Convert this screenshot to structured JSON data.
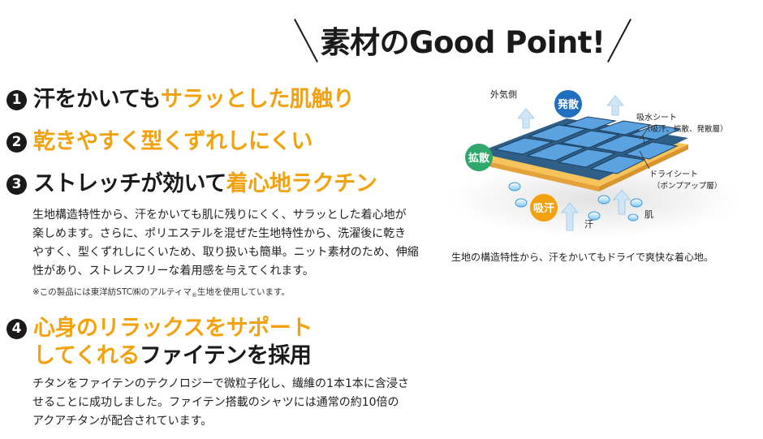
{
  "title": "素材のGood Point!",
  "points": [
    {
      "number": "1",
      "plain": "汗をかいても",
      "highlight": "サラッとした肌触り"
    },
    {
      "number": "2",
      "highlight": "乾きやすく型くずれしにくい"
    },
    {
      "number": "3",
      "plain": "ストレッチが効いて",
      "highlight": "着心地ラクチン",
      "body": [
        "生地構造特性から、汗をかいても肌に残りにくく、サラッとした着心地が",
        "楽しめます。さらに、ポリエステルを混ぜた生地特性から、洗濯後に乾き",
        "やすく、型くずれしにくいため、取り扱いも簡単。ニット素材のため、伸縮",
        "性があり、ストレスフリーな着用感を与えてくれます。"
      ],
      "note": "※この製品には東洋紡STC㈱のアルティマ",
      "note_mark": "®",
      "note_suffix": "生地を使用しています。"
    },
    {
      "number": "4",
      "highlight_line1": "心身のリラックスをサポート",
      "highlight_line2": "してくれる",
      "plain_line2": "ファイテンを採用",
      "body": [
        "チタンをファイテンのテクノロジーで微粒子化し、繊維の1本1本に含浸さ",
        "せることに成功しました。ファイテン搭載のシャツには通常の約10倍の",
        "アクアチタンが配合されています。"
      ]
    }
  ],
  "diagram": {
    "outside_label": "外気側",
    "disperse_top": "発散",
    "diffuse_left": "拡散",
    "absorb": "吸汗",
    "sweat": "汗",
    "skin": "肌",
    "layer1_name": "吸水シート",
    "layer1_desc": "（吸汗、拡散、発散層）",
    "layer2_name": "ドライシート",
    "layer2_desc": "（ポンプアップ層）",
    "colors": {
      "blue": "#1f6fc0",
      "green": "#2fa86a",
      "orange": "#f2a20e",
      "sheet": "#5aa3e0"
    }
  },
  "caption": "生地の構造特性から、汗をかいてもドライで爽快な着心地。"
}
